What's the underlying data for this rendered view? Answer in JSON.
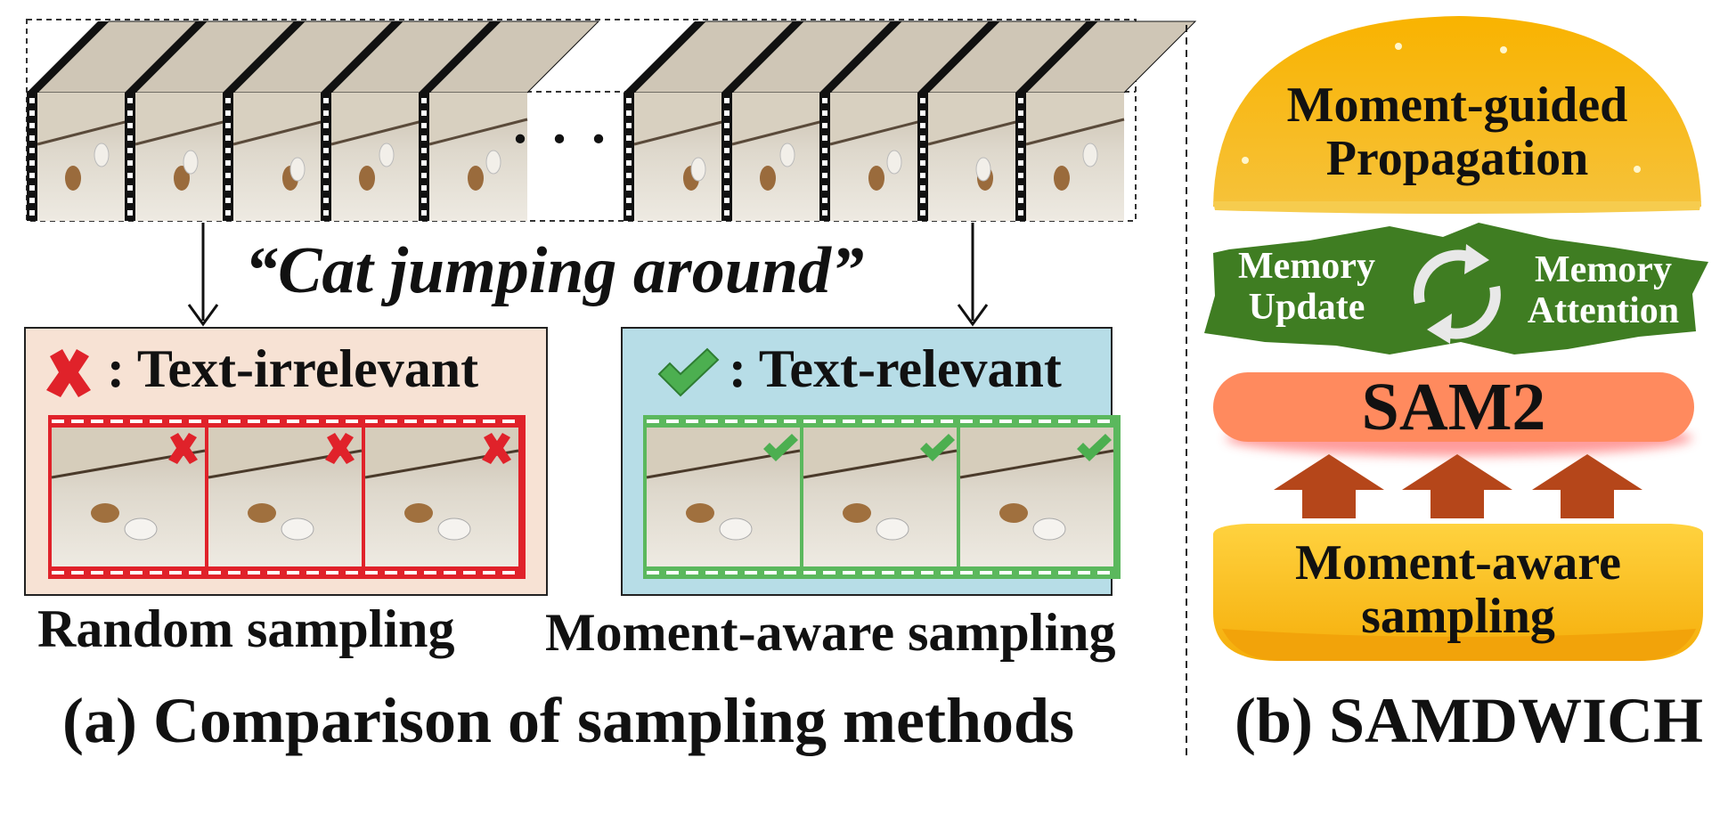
{
  "prompt": "“Cat jumping around”",
  "panel_a": {
    "left_box": {
      "title": ": Text-irrelevant",
      "caption": "Random sampling",
      "border_color": "#e0222a",
      "bg_color": "#f7e2d4"
    },
    "right_box": {
      "title": ": Text-relevant",
      "caption": "Moment-aware sampling",
      "border_color": "#4caf50",
      "bg_color": "#b7dde7"
    },
    "caption": "(a) Comparison of sampling methods",
    "ellipsis": ". . ."
  },
  "panel_b": {
    "top_bun": "Moment-guided Propagation",
    "top_bun_line1": "Moment-guided",
    "top_bun_line2": "Propagation",
    "lettuce_left_line1": "Memory",
    "lettuce_left_line2": "Update",
    "lettuce_right_line1": "Memory",
    "lettuce_right_line2": "Attention",
    "patty": "SAM2",
    "bottom_bun_line1": "Moment-aware",
    "bottom_bun_line2": "sampling",
    "caption": "(b) SAMDWICH",
    "colors": {
      "bun": "#f5b20a",
      "lettuce": "#3f7d22",
      "patty": "#ff8a5e",
      "arrow": "#b5461a"
    }
  }
}
